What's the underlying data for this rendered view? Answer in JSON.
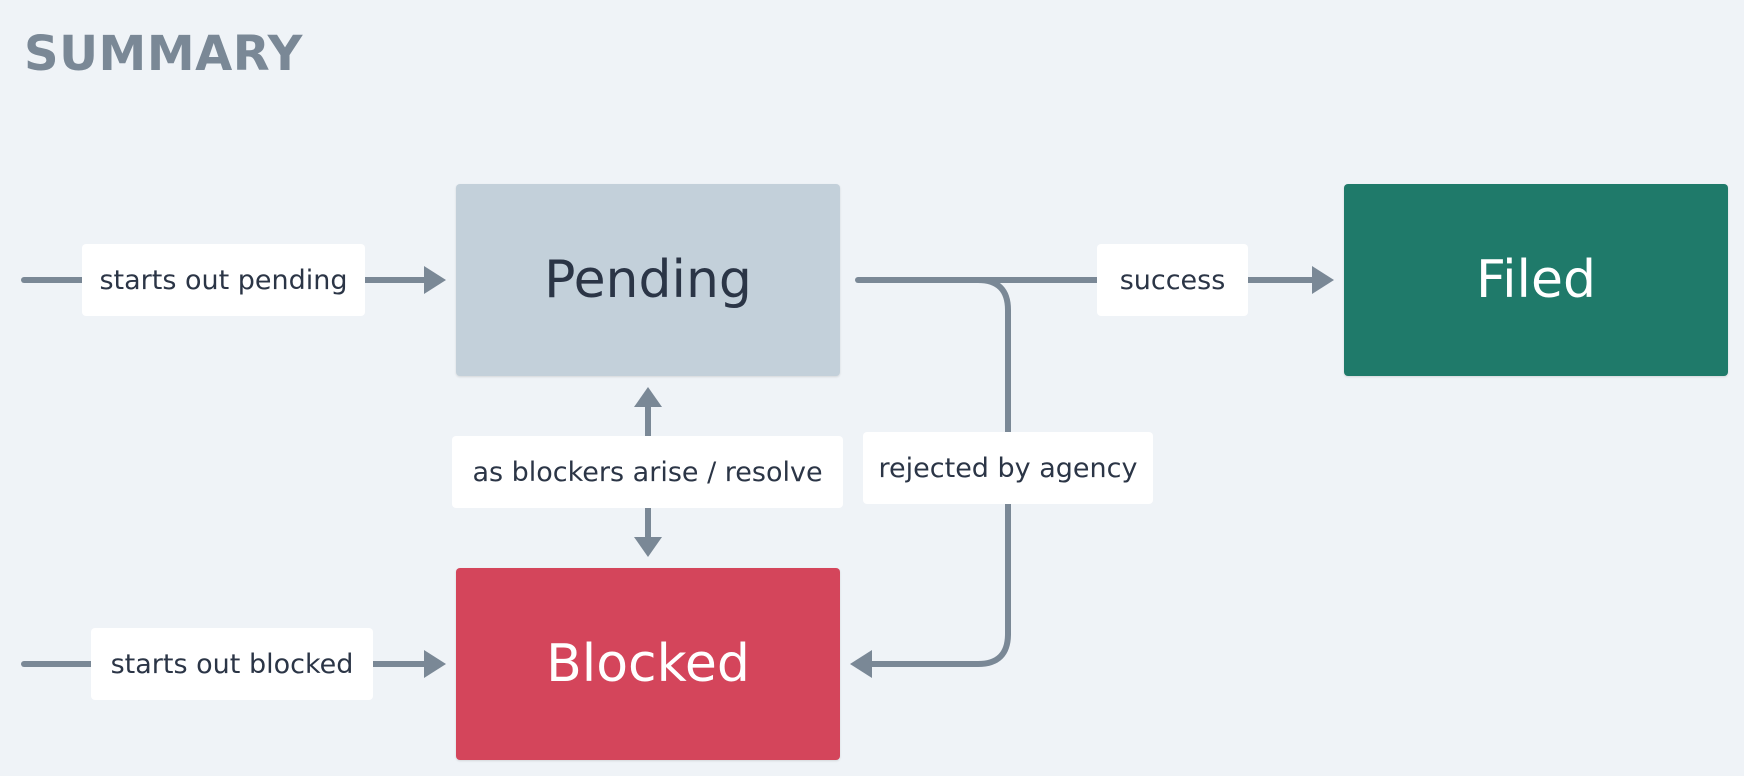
{
  "heading": "SUMMARY",
  "states": {
    "pending": "Pending",
    "filed": "Filed",
    "blocked": "Blocked"
  },
  "transitions": {
    "starts_out_pending": "starts out pending",
    "success": "success",
    "as_blockers": "as blockers arise / resolve",
    "rejected_by_agency": "rejected by agency",
    "starts_out_blocked": "starts out blocked"
  },
  "colors": {
    "background": "#eff3f7",
    "connector": "#7a8896",
    "pending": "#c3d0da",
    "filed": "#1f7a6a",
    "blocked": "#d4455b"
  }
}
